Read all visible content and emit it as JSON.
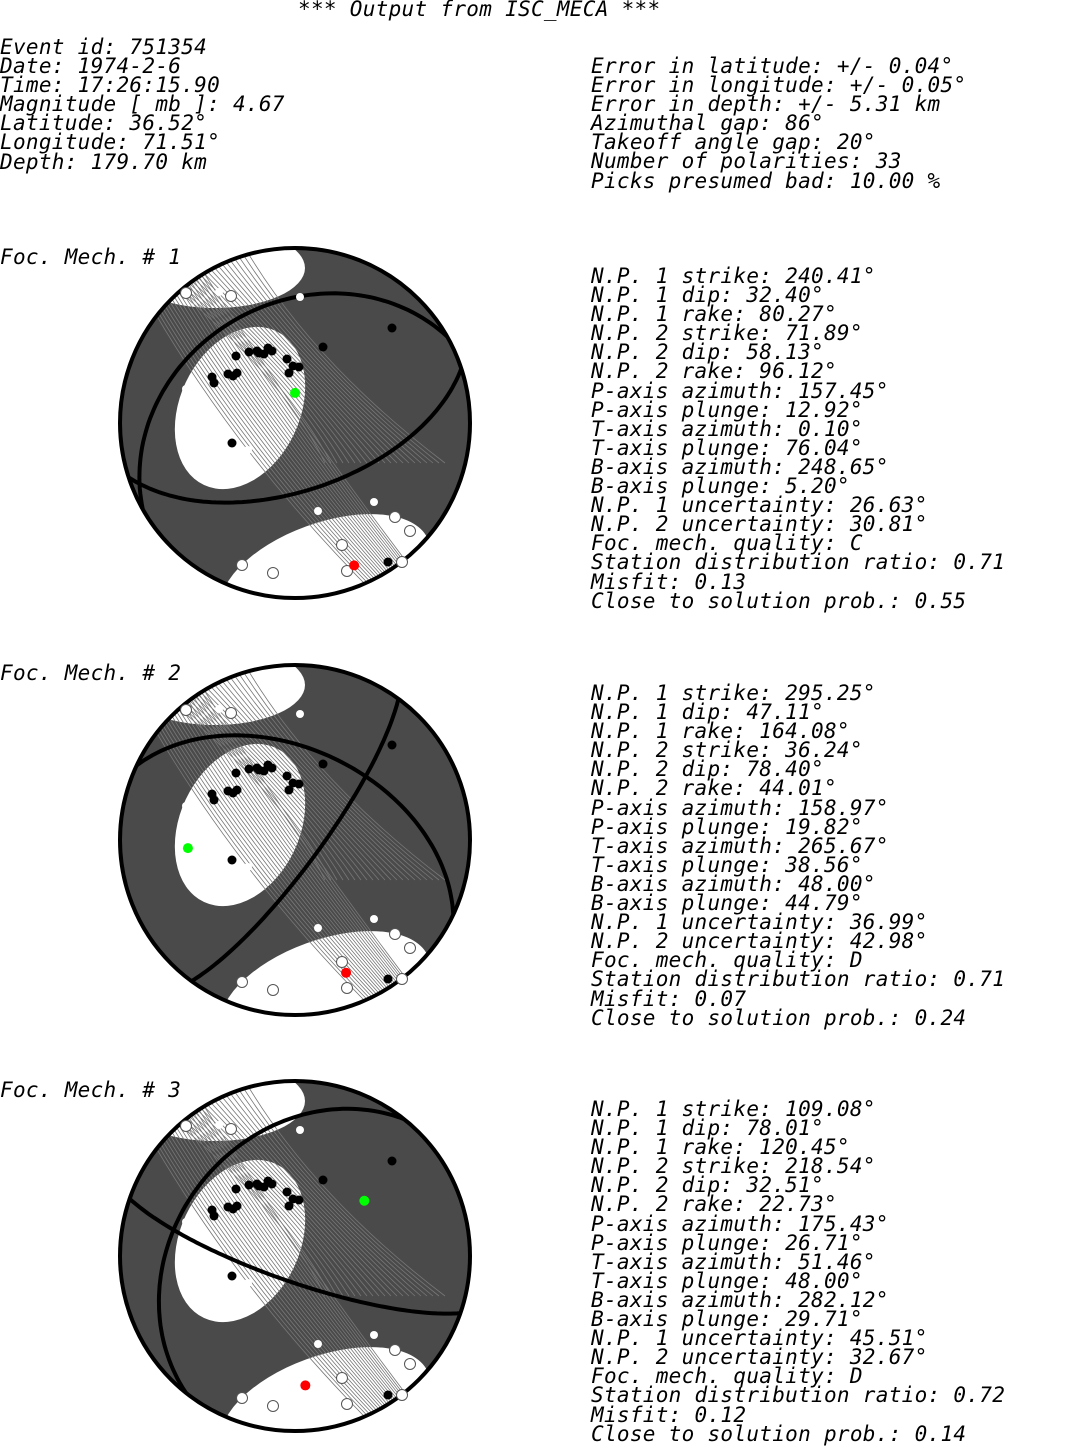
{
  "header_title": "*** Output from ISC_MECA ***",
  "event_info": [
    "Event id: 751354",
    "Date: 1974-2-6",
    "Time: 17:26:15.90",
    "Magnitude [ mb ]: 4.67",
    "Latitude: 36.52°",
    "Longitude: 71.51°",
    "Depth: 179.70 km"
  ],
  "error_info": [
    "Error in latitude: +/- 0.04°",
    "Error in longitude: +/- 0.05°",
    "Error in depth: +/- 5.31 km",
    "Azimuthal gap: 86°",
    "Takeoff angle gap: 20°",
    "Number of polarities: 33",
    "Picks presumed bad: 10.00 %"
  ],
  "colors": {
    "compression_fill": "#4a4a4a",
    "dilatation_fill": "#ffffff",
    "outline": "#000000",
    "fit_line": "#777777",
    "p_axis": "#ff0000",
    "t_axis": "#00ff00"
  },
  "mechanisms": [
    {
      "label": "Foc. Mech. # 1",
      "np1_strike": 240.41,
      "np1_dip": 32.4,
      "np2_strike": 71.89,
      "np2_dip": 58.13,
      "p_az": 157.45,
      "p_pl": 12.92,
      "t_az": 0.1,
      "t_pl": 76.04,
      "params": [
        "N.P. 1 strike: 240.41°",
        "N.P. 1 dip: 32.40°",
        "N.P. 1 rake: 80.27°",
        "N.P. 2 strike: 71.89°",
        "N.P. 2 dip: 58.13°",
        "N.P. 2 rake: 96.12°",
        "P-axis azimuth: 157.45°",
        "P-axis plunge: 12.92°",
        "T-axis azimuth: 0.10°",
        "T-axis plunge: 76.04°",
        "B-axis azimuth: 248.65°",
        "B-axis plunge: 5.20°",
        "N.P. 1 uncertainty: 26.63°",
        "N.P. 2 uncertainty: 30.81°",
        "Foc. mech. quality: C",
        "Station distribution ratio: 0.71",
        "Misfit: 0.13",
        "Close to solution prob.: 0.55"
      ]
    },
    {
      "label": "Foc. Mech. # 2",
      "np1_strike": 295.25,
      "np1_dip": 47.11,
      "np2_strike": 36.24,
      "np2_dip": 78.4,
      "p_az": 158.97,
      "p_pl": 19.82,
      "t_az": 265.67,
      "t_pl": 38.56,
      "params": [
        "N.P. 1 strike: 295.25°",
        "N.P. 1 dip: 47.11°",
        "N.P. 1 rake: 164.08°",
        "N.P. 2 strike: 36.24°",
        "N.P. 2 dip: 78.40°",
        "N.P. 2 rake: 44.01°",
        "P-axis azimuth: 158.97°",
        "P-axis plunge: 19.82°",
        "T-axis azimuth: 265.67°",
        "T-axis plunge: 38.56°",
        "B-axis azimuth: 48.00°",
        "B-axis plunge: 44.79°",
        "N.P. 1 uncertainty: 36.99°",
        "N.P. 2 uncertainty: 42.98°",
        "Foc. mech. quality: D",
        "Station distribution ratio: 0.71",
        "Misfit: 0.07",
        "Close to solution prob.: 0.24"
      ]
    },
    {
      "label": "Foc. Mech. # 3",
      "np1_strike": 109.08,
      "np1_dip": 78.01,
      "np2_strike": 218.54,
      "np2_dip": 32.51,
      "p_az": 175.43,
      "p_pl": 26.71,
      "t_az": 51.46,
      "t_pl": 48.0,
      "params": [
        "N.P. 1 strike: 109.08°",
        "N.P. 1 dip: 78.01°",
        "N.P. 1 rake: 120.45°",
        "N.P. 2 strike: 218.54°",
        "N.P. 2 dip: 32.51°",
        "N.P. 2 rake: 22.73°",
        "P-axis azimuth: 175.43°",
        "P-axis plunge: 26.71°",
        "T-axis azimuth: 51.46°",
        "T-axis plunge: 48.00°",
        "B-axis azimuth: 282.12°",
        "B-axis plunge: 29.71°",
        "N.P. 1 uncertainty: 45.51°",
        "N.P. 2 uncertainty: 32.67°",
        "Foc. mech. quality: D",
        "Station distribution ratio: 0.72",
        "Misfit: 0.12",
        "Close to solution prob.: 0.14"
      ]
    }
  ]
}
